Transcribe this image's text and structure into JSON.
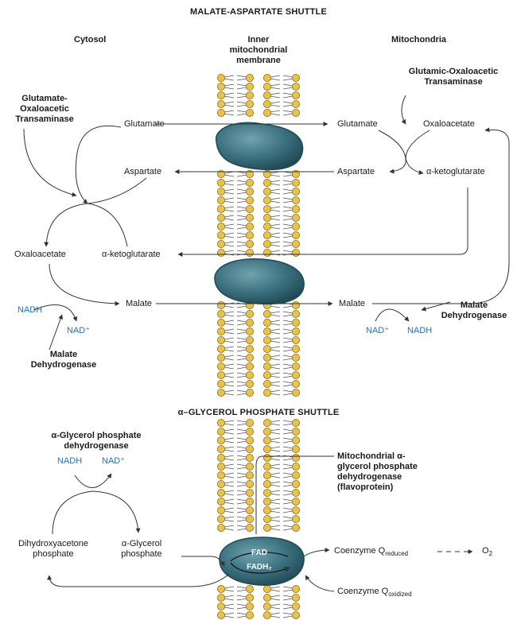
{
  "titles": {
    "malate": "MALATE-ASPARTATE SHUTTLE",
    "glycerol": "α–GLYCEROL PHOSPHATE SHUTTLE"
  },
  "regions": {
    "cytosol": "Cytosol",
    "membrane": "Inner mitochondrial membrane",
    "mito": "Mitochondria"
  },
  "malate_shuttle": {
    "got_cyto": "Glutamate-Oxaloacetic Transaminase",
    "got_mito": "Glutamic-Oxaloacetic Transaminase",
    "glutamate_c": "Glutamate",
    "glutamate_m": "Glutamate",
    "aspartate_c": "Aspartate",
    "aspartate_m": "Aspartate",
    "oxaloacetate_c": "Oxaloacetate",
    "oxaloacetate_m": "Oxaloacetate",
    "akg_c": "α-ketoglutarate",
    "akg_m": "α-ketoglutarate",
    "malate_c": "Malate",
    "malate_m": "Malate",
    "nadh_c": "NADH",
    "nad_c": "NAD⁺",
    "nad_m": "NAD⁺",
    "nadh_m": "NADH",
    "mdh_cyto": "Malate Dehydrogenase",
    "mdh_mito": "Malate Dehydrogenase"
  },
  "glycerol_shuttle": {
    "enzyme_cyto": "α-Glycerol phosphate dehydrogenase",
    "nadh": "NADH",
    "nad": "NAD⁺",
    "dhap": "Dihydroxyacetone phosphate",
    "g3p": "α-Glycerol phosphate",
    "enzyme_mito": "Mitochondrial α-glycerol phosphate dehydrogenase (flavoprotein)",
    "fad": "FAD",
    "fadh2": "FADH₂",
    "coq_reduced": "Coenzyme Q",
    "coq_reduced_sub": "reduced",
    "coq_oxidized": "Coenzyme Q",
    "coq_oxidized_sub": "oxidized",
    "o2": "O",
    "o2_sub": "2"
  },
  "colors": {
    "membrane_head": "#e8c24a",
    "membrane_head_stroke": "#8a6d16",
    "protein": "#3d7280",
    "protein_dark": "#1f4a55",
    "cofactor_blue": "#2f6fa8",
    "line": "#333333"
  }
}
